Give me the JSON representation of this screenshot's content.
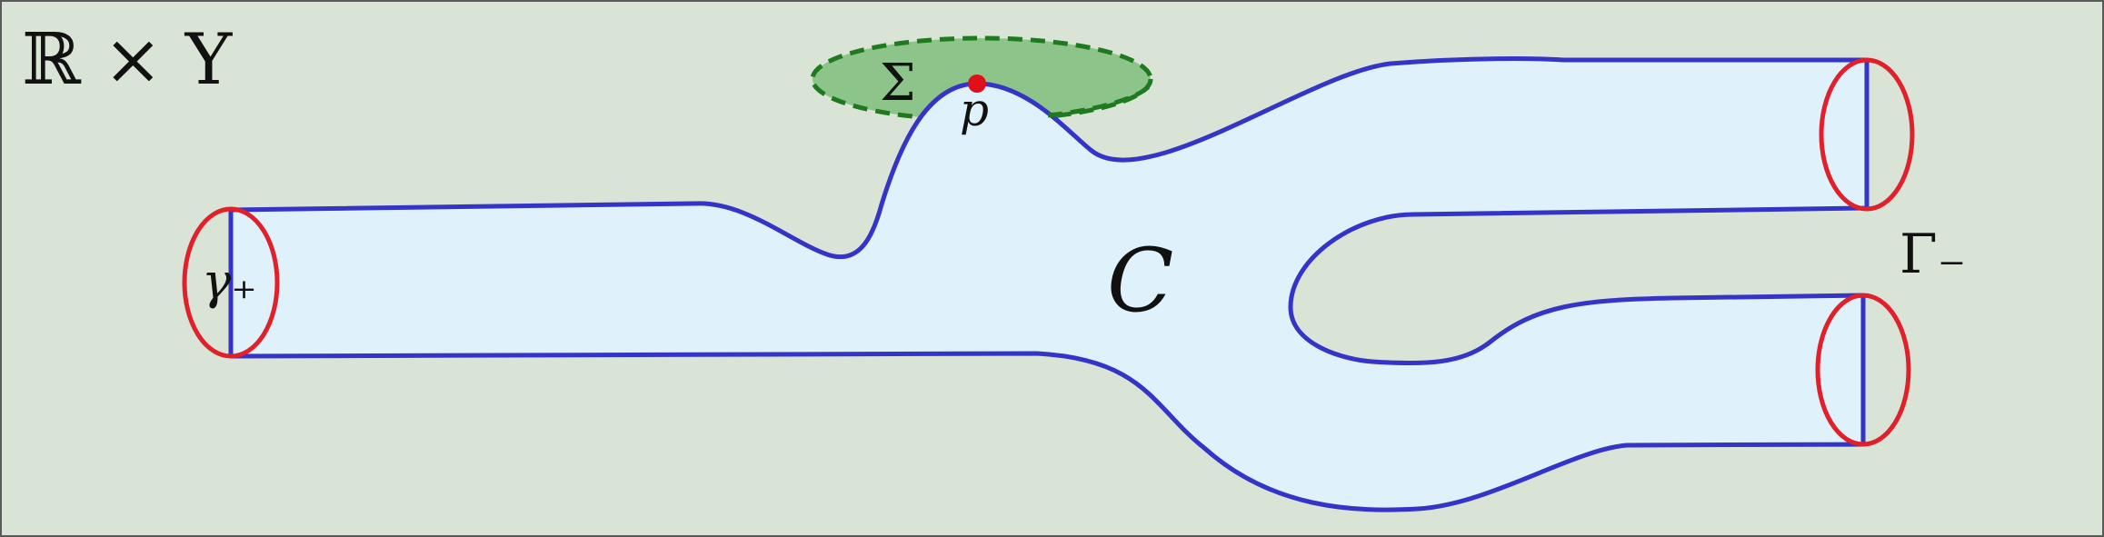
{
  "labels": {
    "ambient_space": "ℝ × Y",
    "curve": "C",
    "positive_end": "γ₊",
    "negative_ends": "Γ₋",
    "surface": "Σ",
    "point": "p"
  },
  "colors": {
    "background": "#d9e3d6",
    "frame": "#5a5a5a",
    "curve_fill": "#dff1fb",
    "curve_outline": "#3434c8",
    "end_circle": "#e0202a",
    "surface_fill": "#8cc48a",
    "surface_outline": "#1f7a1f",
    "point": "#e0101a"
  }
}
